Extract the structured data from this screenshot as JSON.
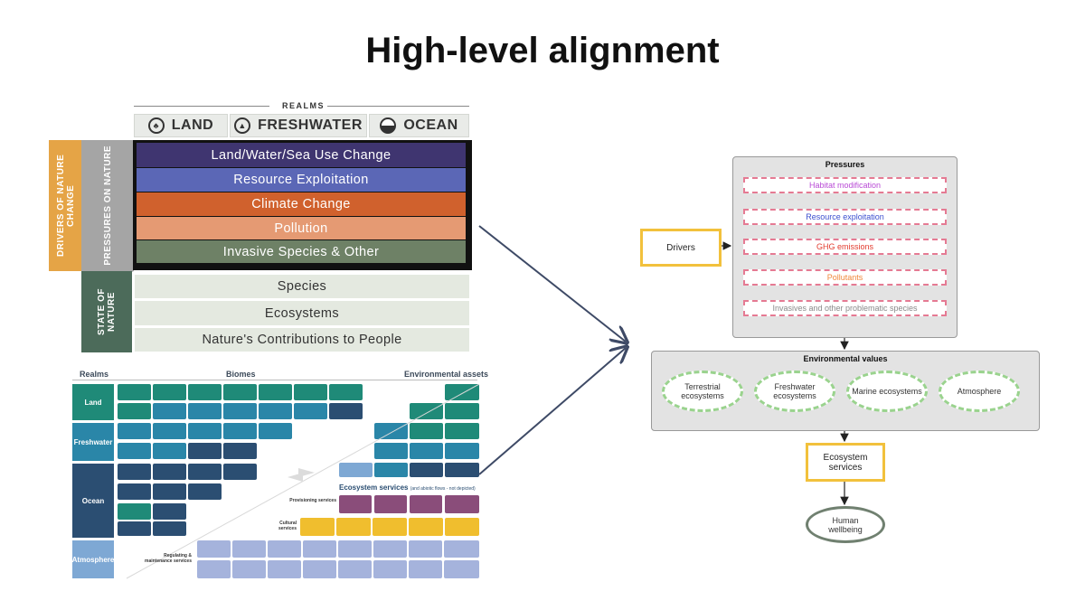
{
  "title": "High-level alignment",
  "framework": {
    "realms_caption": "REALMS",
    "realms": [
      "LAND",
      "FRESHWATER",
      "OCEAN"
    ],
    "drivers_label": "DRIVERS OF NATURE CHANGE",
    "pressures_label": "PRESSURES ON NATURE",
    "state_label": "STATE OF NATURE",
    "pressures": [
      {
        "label": "Land/Water/Sea Use Change",
        "color": "#3f3570"
      },
      {
        "label": "Resource Exploitation",
        "color": "#5b67b6"
      },
      {
        "label": "Climate Change",
        "color": "#d0612d"
      },
      {
        "label": "Pollution",
        "color": "#e59a73"
      },
      {
        "label": "Invasive Species & Other",
        "color": "#6e8166"
      }
    ],
    "state": [
      "Species",
      "Ecosystems",
      "Nature's Contributions to People"
    ]
  },
  "biomes": {
    "realms_head": "Realms",
    "biomes_head": "Biomes",
    "assets_head": "Environmental assets",
    "realm_rows": [
      {
        "label": "Land",
        "color": "#1f8a78"
      },
      {
        "label": "Freshwater",
        "color": "#2a86a8"
      },
      {
        "label": "Ocean",
        "color": "#2b4e72"
      },
      {
        "label": "Atmosphere",
        "color": "#7ea8d4"
      }
    ],
    "services_head": "Ecosystem services",
    "services_note": "(and abiotic flows - not depicted)",
    "provisioning_label": "Provisioning services",
    "cultural_label": "Cultural services",
    "regulating_label": "Regulating & maintenance services"
  },
  "diagram": {
    "pressures_title": "Pressures",
    "pressures": [
      {
        "label": "Habitat modification",
        "color": "#b94ad6"
      },
      {
        "label": "Resource exploitation",
        "color": "#3b4fcf"
      },
      {
        "label": "GHG emissions",
        "color": "#e23b2e"
      },
      {
        "label": "Pollutants",
        "color": "#f0883a"
      },
      {
        "label": "Invasives and other problematic species",
        "color": "#8a8a8a"
      }
    ],
    "drivers": "Drivers",
    "env_title": "Environmental values",
    "env_values": [
      "Terrestrial ecosystems",
      "Freshwater ecosystems",
      "Marine ecosystems",
      "Atmosphere"
    ],
    "ecosystem_services": "Ecosystem services",
    "human_wellbeing": "Human wellbeing"
  }
}
